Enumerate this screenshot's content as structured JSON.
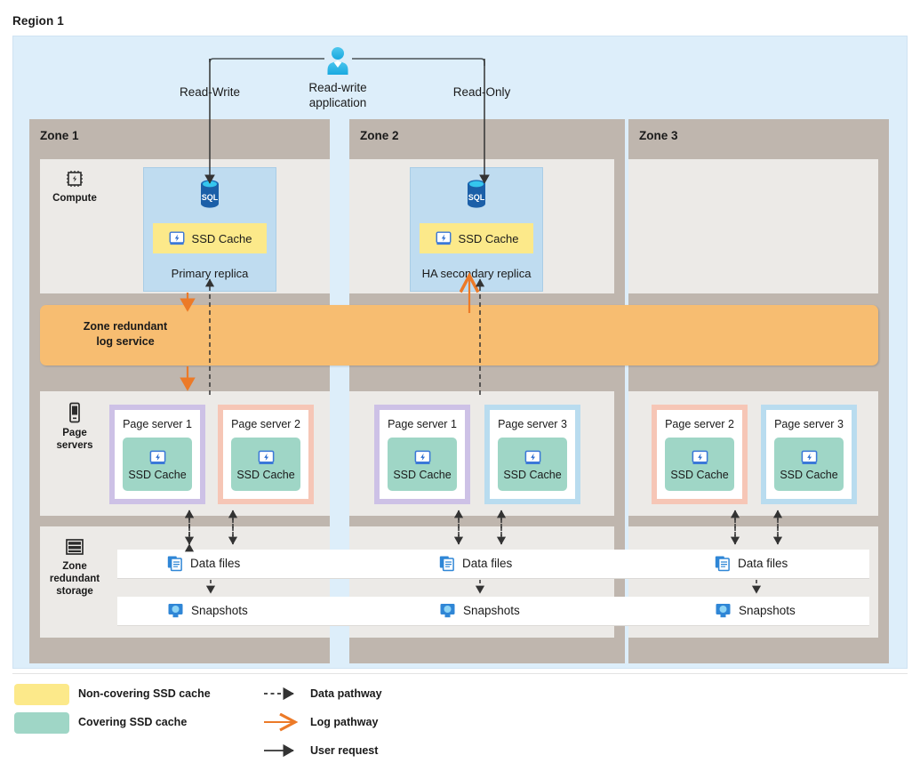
{
  "region": {
    "title": "Region 1"
  },
  "app": {
    "icon": "user-icon",
    "label": "Read-write\napplication",
    "label_line1": "Read-write",
    "label_line2": "application",
    "left_path": "Read-Write",
    "right_path": "Read-Only"
  },
  "zones": [
    {
      "name": "Zone 1"
    },
    {
      "name": "Zone 2"
    },
    {
      "name": "Zone 3"
    }
  ],
  "rows": {
    "compute": {
      "label": "Compute",
      "icon": "cpu-chip-icon"
    },
    "log": {
      "label_line1": "Zone redundant",
      "label_line2": "log service"
    },
    "page_servers": {
      "label_line1": "Page",
      "label_line2": "servers",
      "icon": "server-device-icon"
    },
    "storage": {
      "label_line1": "Zone",
      "label_line2": "redundant",
      "label_line3": "storage",
      "icon": "storage-stack-icon"
    }
  },
  "replicas": [
    {
      "zone": "Zone 1",
      "name": "Primary replica",
      "icon": "sql-database-icon",
      "cache_label": "SSD Cache",
      "cache_type": "non-covering"
    },
    {
      "zone": "Zone 2",
      "name": "HA secondary replica",
      "icon": "sql-database-icon",
      "cache_label": "SSD Cache",
      "cache_type": "non-covering"
    }
  ],
  "page_servers": [
    {
      "zone": "Zone 1",
      "name": "Page server 1",
      "cache_label": "SSD Cache",
      "border": "#cdc1e6",
      "icon": "ssd-drive-icon"
    },
    {
      "zone": "Zone 1",
      "name": "Page server 2",
      "cache_label": "SSD Cache",
      "border": "#f6c6b6",
      "icon": "ssd-drive-icon"
    },
    {
      "zone": "Zone 2",
      "name": "Page server 1",
      "cache_label": "SSD Cache",
      "border": "#cdc1e6",
      "icon": "ssd-drive-icon"
    },
    {
      "zone": "Zone 2",
      "name": "Page server 3",
      "cache_label": "SSD Cache",
      "border": "#b9dcef",
      "icon": "ssd-drive-icon"
    },
    {
      "zone": "Zone 3",
      "name": "Page server 2",
      "cache_label": "SSD Cache",
      "border": "#f6c6b6",
      "icon": "ssd-drive-icon"
    },
    {
      "zone": "Zone 3",
      "name": "Page server 3",
      "cache_label": "SSD Cache",
      "border": "#b9dcef",
      "icon": "ssd-drive-icon"
    }
  ],
  "storage_items": [
    {
      "zone": "Zone 1",
      "row": "data",
      "label": "Data files",
      "icon": "data-files-icon"
    },
    {
      "zone": "Zone 2",
      "row": "data",
      "label": "Data files",
      "icon": "data-files-icon"
    },
    {
      "zone": "Zone 3",
      "row": "data",
      "label": "Data files",
      "icon": "data-files-icon"
    },
    {
      "zone": "Zone 1",
      "row": "snap",
      "label": "Snapshots",
      "icon": "snapshot-icon"
    },
    {
      "zone": "Zone 2",
      "row": "snap",
      "label": "Snapshots",
      "icon": "snapshot-icon"
    },
    {
      "zone": "Zone 3",
      "row": "snap",
      "label": "Snapshots",
      "icon": "snapshot-icon"
    }
  ],
  "legend": {
    "swatches": [
      {
        "label": "Non-covering SSD cache",
        "color": "#fce98a"
      },
      {
        "label": "Covering SSD cache",
        "color": "#9fd6c6"
      }
    ],
    "lines": [
      {
        "label": "Data pathway",
        "style": "dashed",
        "color": "#333333"
      },
      {
        "label": "Log pathway",
        "style": "solid",
        "color": "#ec7a28"
      },
      {
        "label": "User request",
        "style": "solid",
        "color": "#333333"
      }
    ]
  },
  "colors": {
    "region_bg": "#ddeefa",
    "zone_bg": "#bfb6ae",
    "band_bg": "#eceae7",
    "log_band": "#f7bd71",
    "replica_bg": "#bfdcf0",
    "yellow_cache": "#fce98a",
    "green_cache": "#9fd6c6",
    "log_arrow": "#ec7a28",
    "data_arrow": "#333333"
  }
}
